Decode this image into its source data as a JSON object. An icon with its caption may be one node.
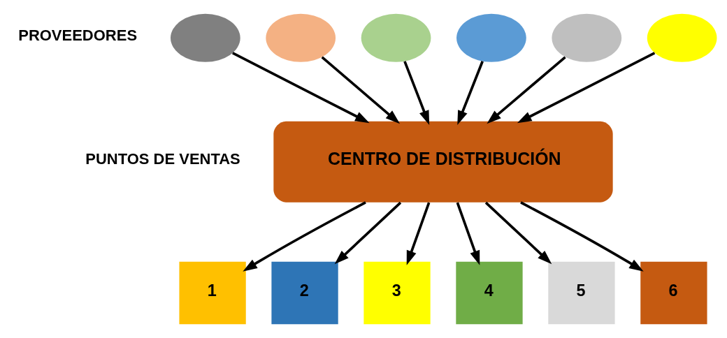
{
  "diagram": {
    "nodes": [
      {
        "text": [],
        "shape": "ellipse"
      },
      {
        "text": [],
        "shape": "ellipse"
      },
      {
        "text": [],
        "shape": "ellipse"
      },
      {
        "text": [],
        "shape": "ellipse"
      },
      {
        "text": [],
        "shape": "ellipse"
      },
      {
        "text": [],
        "shape": "ellipse"
      },
      {
        "text": [
          "CENTRO DE DISTRIBUCIÓN"
        ]
      },
      {
        "text": [
          "1"
        ]
      },
      {
        "text": [
          "2"
        ]
      },
      {
        "text": [
          "3"
        ]
      },
      {
        "text": [
          "4"
        ]
      },
      {
        "text": [
          "5"
        ]
      },
      {
        "text": [
          "6"
        ]
      }
    ],
    "edges": [
      {
        "from": 0,
        "to": 6,
        "arrow": "to"
      },
      {
        "from": 1,
        "to": 6,
        "arrow": "to"
      },
      {
        "from": 2,
        "to": 6,
        "arrow": "to"
      },
      {
        "from": 3,
        "to": 6,
        "arrow": "to"
      },
      {
        "from": 4,
        "to": 6,
        "arrow": "to"
      },
      {
        "from": 5,
        "to": 6,
        "arrow": "to"
      },
      {
        "from": 6,
        "to": 7,
        "arrow": "to"
      },
      {
        "from": 6,
        "to": 8,
        "arrow": "to"
      },
      {
        "from": 6,
        "to": 9,
        "arrow": "to"
      },
      {
        "from": 6,
        "to": 10,
        "arrow": "to"
      },
      {
        "from": 6,
        "to": 11,
        "arrow": "to"
      },
      {
        "from": 6,
        "to": 12,
        "arrow": "to"
      }
    ],
    "labels": [
      "PROVEEDORES",
      "PUNTOS DE VENTAS"
    ]
  }
}
